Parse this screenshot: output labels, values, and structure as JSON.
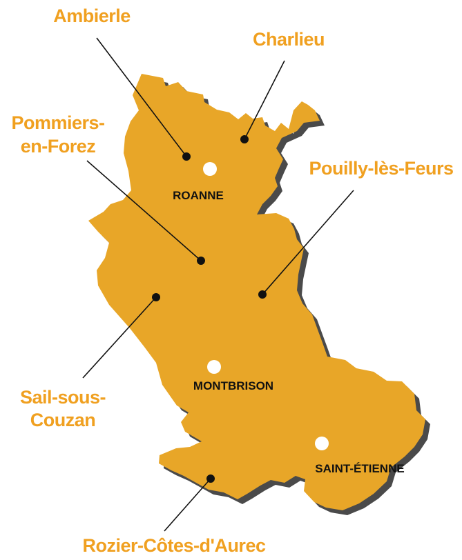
{
  "colors": {
    "region_fill": "#E8A628",
    "region_shadow": "#4A4A4A",
    "callout_text": "#F0A020",
    "city_text": "#111111",
    "leader_line": "#111111",
    "city_marker": "#FFFFFF",
    "village_marker": "#111111"
  },
  "map": {
    "cities": [
      {
        "id": "roanne",
        "label": "ROANNE"
      },
      {
        "id": "montbrison",
        "label": "MONTBRISON"
      },
      {
        "id": "saint-etienne",
        "label": "SAINT-ÉTIENNE"
      }
    ],
    "callouts": [
      {
        "id": "ambierle",
        "lines": [
          "Ambierle"
        ]
      },
      {
        "id": "charlieu",
        "lines": [
          "Charlieu"
        ]
      },
      {
        "id": "pommiers",
        "lines": [
          "Pommiers-",
          "en-Forez"
        ]
      },
      {
        "id": "pouilly",
        "lines": [
          "Pouilly-lès-Feurs"
        ]
      },
      {
        "id": "sail",
        "lines": [
          "Sail-sous-",
          "Couzan"
        ]
      },
      {
        "id": "rozier",
        "lines": [
          "Rozier-Côtes-d'Aurec"
        ]
      }
    ]
  }
}
